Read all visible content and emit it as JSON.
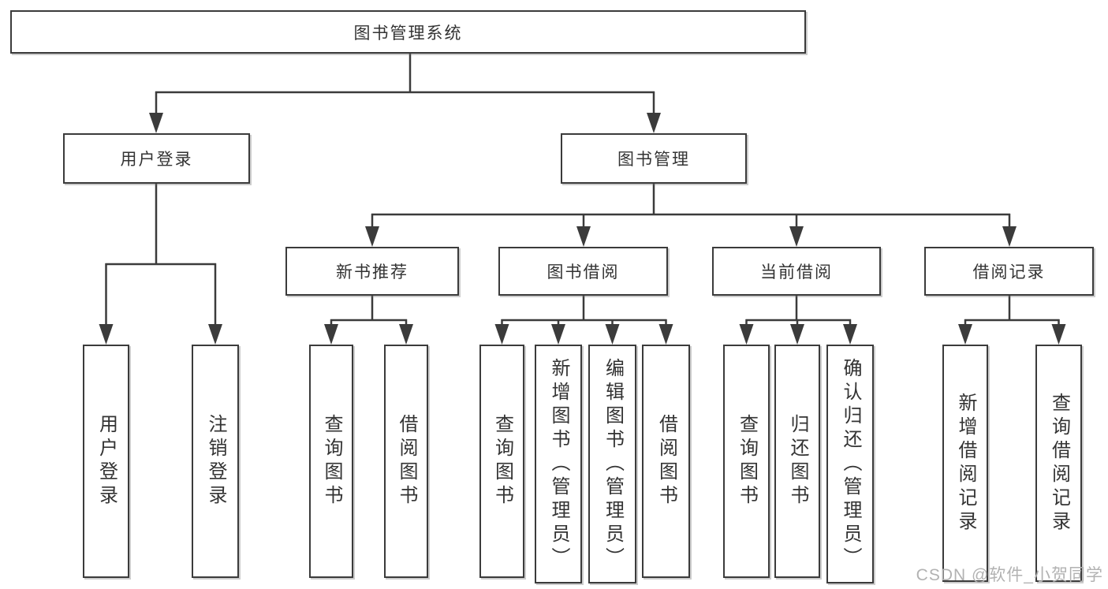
{
  "tree": {
    "label": "图书管理系统",
    "children": [
      {
        "label": "用户登录",
        "children": [
          {
            "label": "用户登录"
          },
          {
            "label": "注销登录"
          }
        ]
      },
      {
        "label": "图书管理",
        "children": [
          {
            "label": "新书推荐",
            "children": [
              {
                "label": "查询图书"
              },
              {
                "label": "借阅图书"
              }
            ]
          },
          {
            "label": "图书借阅",
            "children": [
              {
                "label": "查询图书"
              },
              {
                "label": "新增图书（管理员）"
              },
              {
                "label": "编辑图书（管理员）"
              },
              {
                "label": "借阅图书"
              }
            ]
          },
          {
            "label": "当前借阅",
            "children": [
              {
                "label": "查询图书"
              },
              {
                "label": "归还图书"
              },
              {
                "label": "确认归还（管理员）"
              }
            ]
          },
          {
            "label": "借阅记录",
            "children": [
              {
                "label": "新增借阅记录"
              },
              {
                "label": "查询借阅记录"
              }
            ]
          }
        ]
      }
    ]
  },
  "watermark": {
    "text": "CSDN @软件_小贺同学"
  },
  "colors": {
    "line": "#3b3b3b",
    "text": "#333333",
    "box_background": "#ffffff",
    "watermark": "#b2b2b2",
    "background": "#ffffff"
  }
}
